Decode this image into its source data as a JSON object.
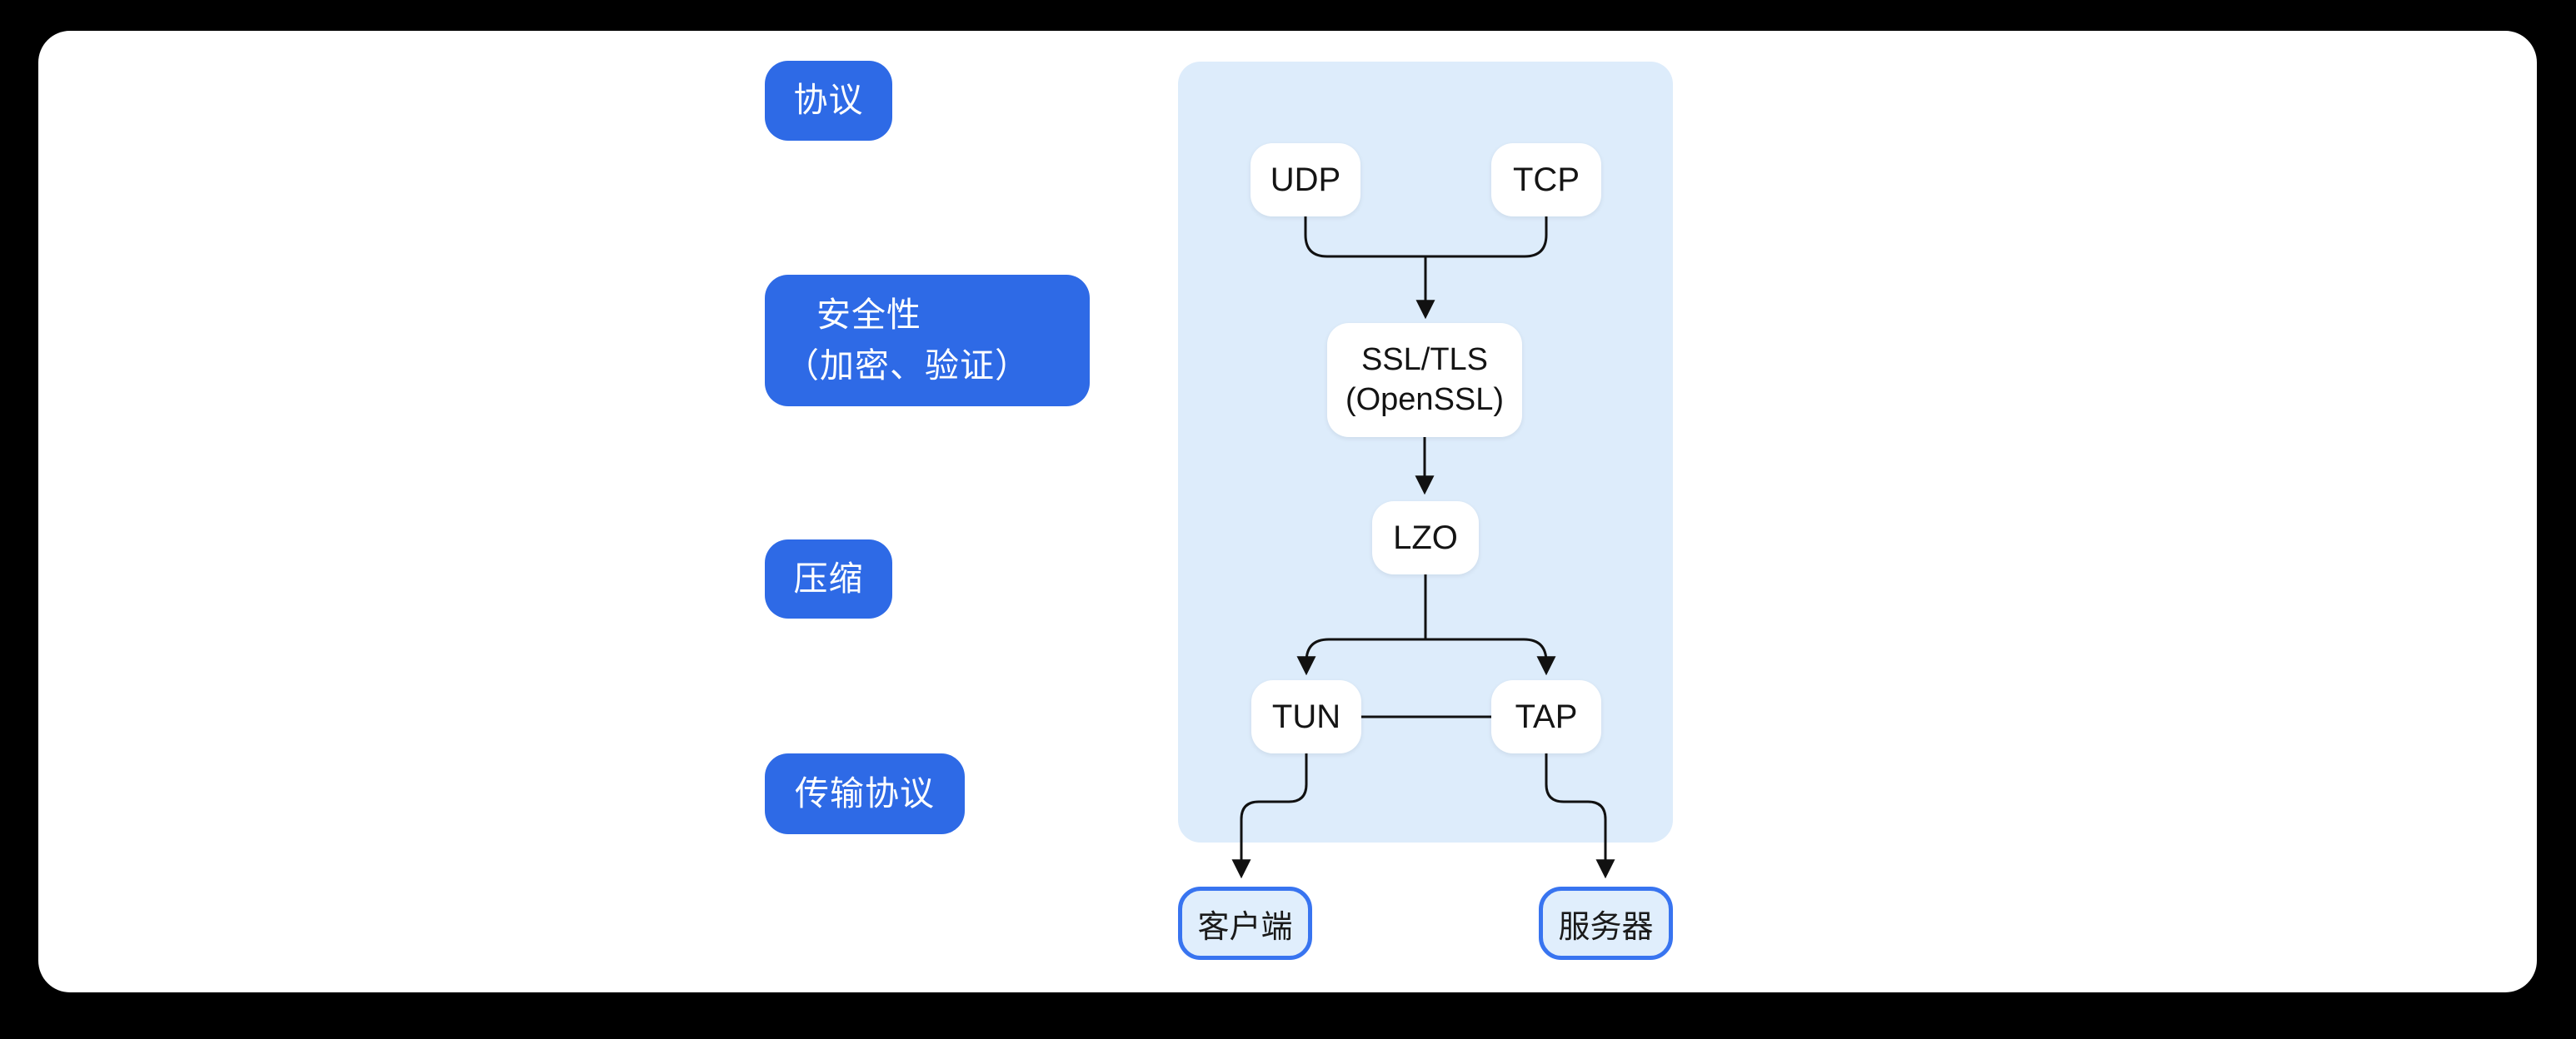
{
  "colors": {
    "background": "#000000",
    "card": "#FFFFFF",
    "label_blue": "#2E6AE6",
    "panel_blue": "#DDECFB",
    "endpoint_fill": "#E0EEFC",
    "endpoint_border": "#3874F0",
    "connector_line": "#111111",
    "label_text": "#FFFFFF",
    "node_text": "#141414"
  },
  "side_labels": [
    {
      "text": "协议"
    },
    {
      "line1": "安全性",
      "line2": "（加密、验证）"
    },
    {
      "text": "压缩"
    },
    {
      "text": "传输协议"
    }
  ],
  "flow": {
    "udp": "UDP",
    "tcp": "TCP",
    "ssl_line1": "SSL/TLS",
    "ssl_line2": "(OpenSSL)",
    "lzo": "LZO",
    "tun": "TUN",
    "tap": "TAP",
    "client": "客户端",
    "server": "服务器"
  }
}
